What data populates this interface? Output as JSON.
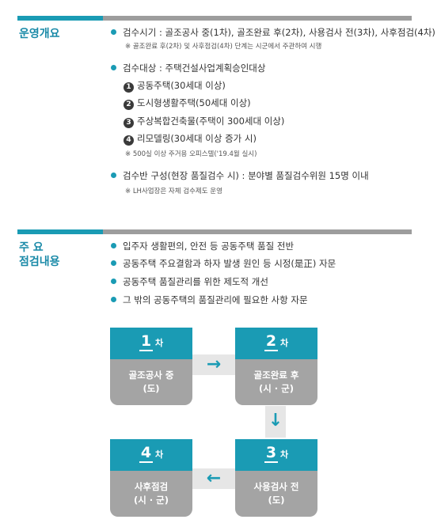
{
  "section1": {
    "title": "운영개요",
    "items": [
      {
        "text": "검수시기 : 골조공사 중(1차), 골조완료 후(2차), 사용검사 전(3차), 사후점검(4차)",
        "note": "※ 골조완료 후(2차) 및 사후점검(4차) 단계는 시군에서 주관하여 시행"
      },
      {
        "text": "검수대상 : 주택건설사업계획승인대상",
        "subs": [
          {
            "num": "1",
            "text": "공동주택(30세대 이상)"
          },
          {
            "num": "2",
            "text": "도시형생활주택(50세대 이상)"
          },
          {
            "num": "3",
            "text": "주상복합건축물(주택이 300세대 이상)"
          },
          {
            "num": "4",
            "text": "리모델링(30세대 이상 증가 시)"
          }
        ],
        "note": "※ 500실 이상 주거용 오피스텔('19.4월 실시)"
      },
      {
        "text": "검수반 구성(현장 품질검수 시) : 분야별 품질검수위원 15명 이내",
        "note": "※ LH사업장은 자체 검수제도 운영"
      }
    ]
  },
  "section2": {
    "title_line1": "주 요",
    "title_line2": "점검내용",
    "items": [
      "입주자 생활편의, 안전 등 공동주택 품질 전반",
      "공동주택 주요결함과 하자 발생 원인 등 시정(是正) 자문",
      "공동주택 품질관리를 위한 제도적 개선",
      "그 밖의 공동주택의 품질관리에 필요한 사항 자문"
    ]
  },
  "flow": {
    "unit": "차",
    "stages": [
      {
        "num": "1",
        "line1": "골조공사 중",
        "line2": "(도)"
      },
      {
        "num": "2",
        "line1": "골조완료 후",
        "line2": "(시 · 군)"
      },
      {
        "num": "3",
        "line1": "사용검사 전",
        "line2": "(도)"
      },
      {
        "num": "4",
        "line1": "사후점검",
        "line2": "(시 · 군)"
      }
    ],
    "arrow_right": "→",
    "arrow_down": "↓",
    "arrow_left": "←"
  },
  "colors": {
    "accent": "#1a9bb4",
    "title": "#1a8aa8",
    "box_gray": "#a4a4a4",
    "connector": "#e6e6e6"
  }
}
